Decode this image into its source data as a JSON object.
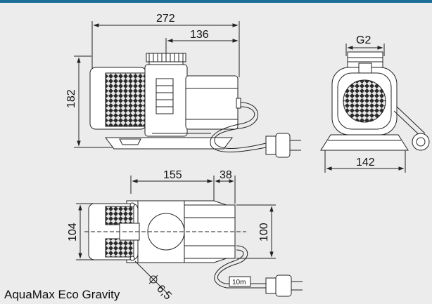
{
  "caption": "AquaMax Eco Gravity",
  "dimensions": {
    "side_width": "272",
    "side_outlet_offset": "136",
    "side_height": "182",
    "front_thread": "G2",
    "front_width": "142",
    "top_length": "155",
    "top_front": "38",
    "top_width": "104",
    "top_depth": "100",
    "cable_length": "10m",
    "hole_diameter": "6,5"
  },
  "colors": {
    "accent": "#1b6e97",
    "background": "#ececec",
    "line": "#222222"
  }
}
